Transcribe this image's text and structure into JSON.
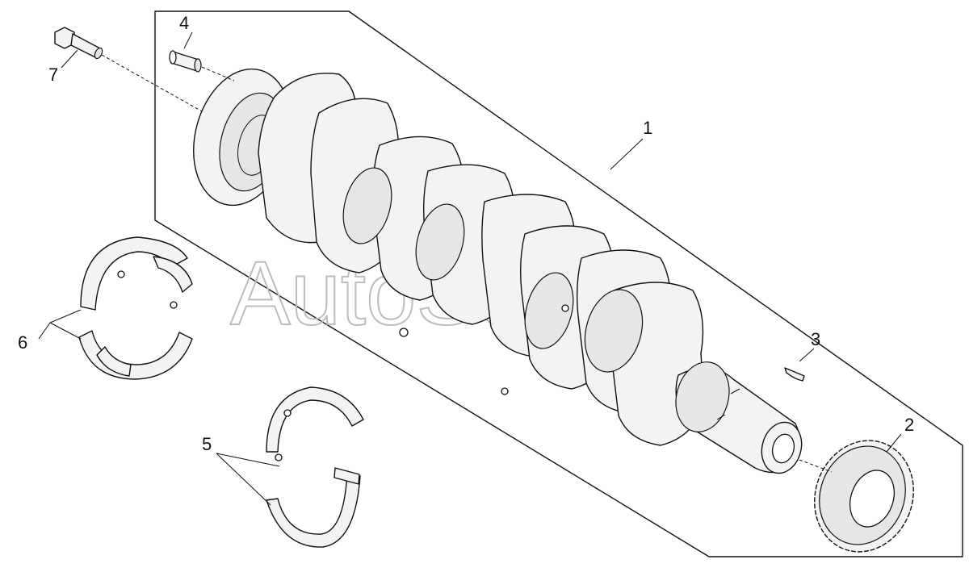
{
  "callouts": {
    "c1": "1",
    "c2": "2",
    "c3": "3",
    "c4": "4",
    "c5": "5",
    "c6": "6",
    "c7": "7"
  },
  "watermark": "AutoSoft",
  "colors": {
    "line": "#111111",
    "part_fill": "#f3f3f3",
    "watermark": "#bdbdbd"
  }
}
